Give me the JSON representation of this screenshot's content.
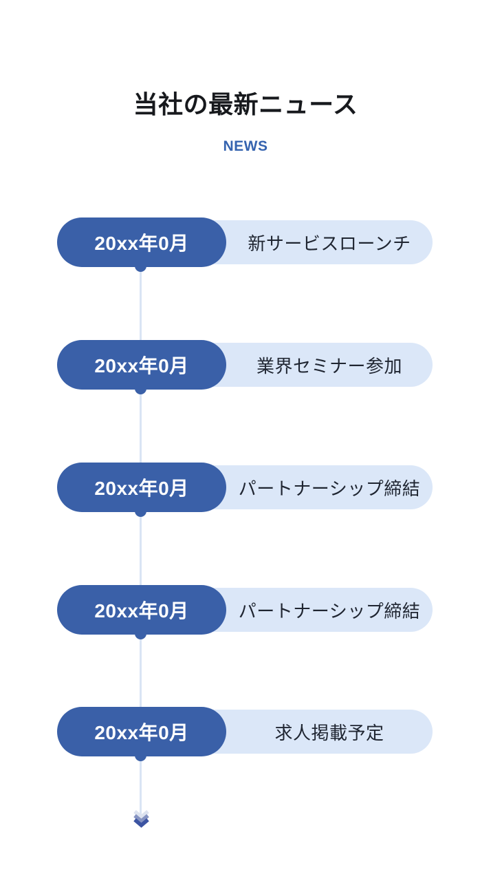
{
  "header": {
    "title": "当社の最新ニュース",
    "subtitle": "NEWS"
  },
  "timeline": {
    "items": [
      {
        "date": "20xx年0月",
        "text": "新サービスローンチ"
      },
      {
        "date": "20xx年0月",
        "text": "業界セミナー参加"
      },
      {
        "date": "20xx年0月",
        "text": "パートナーシップ締結"
      },
      {
        "date": "20xx年0月",
        "text": "パートナーシップ締結"
      },
      {
        "date": "20xx年0月",
        "text": "求人掲載予定"
      }
    ]
  },
  "footer": {
    "scroll_icon": "double-chevron-down"
  },
  "colors": {
    "accent_dark": "#3a60a8",
    "accent_light": "#dbe7f8",
    "connector_line": "#d9e4f4",
    "subtitle_blue": "#3563af",
    "title_text": "#17191d",
    "news_text": "#1f2531",
    "chevron_light": "#dde3ef",
    "chevron_mid": "#8694c2",
    "chevron_dark": "#3c54a2",
    "background": "#ffffff"
  }
}
